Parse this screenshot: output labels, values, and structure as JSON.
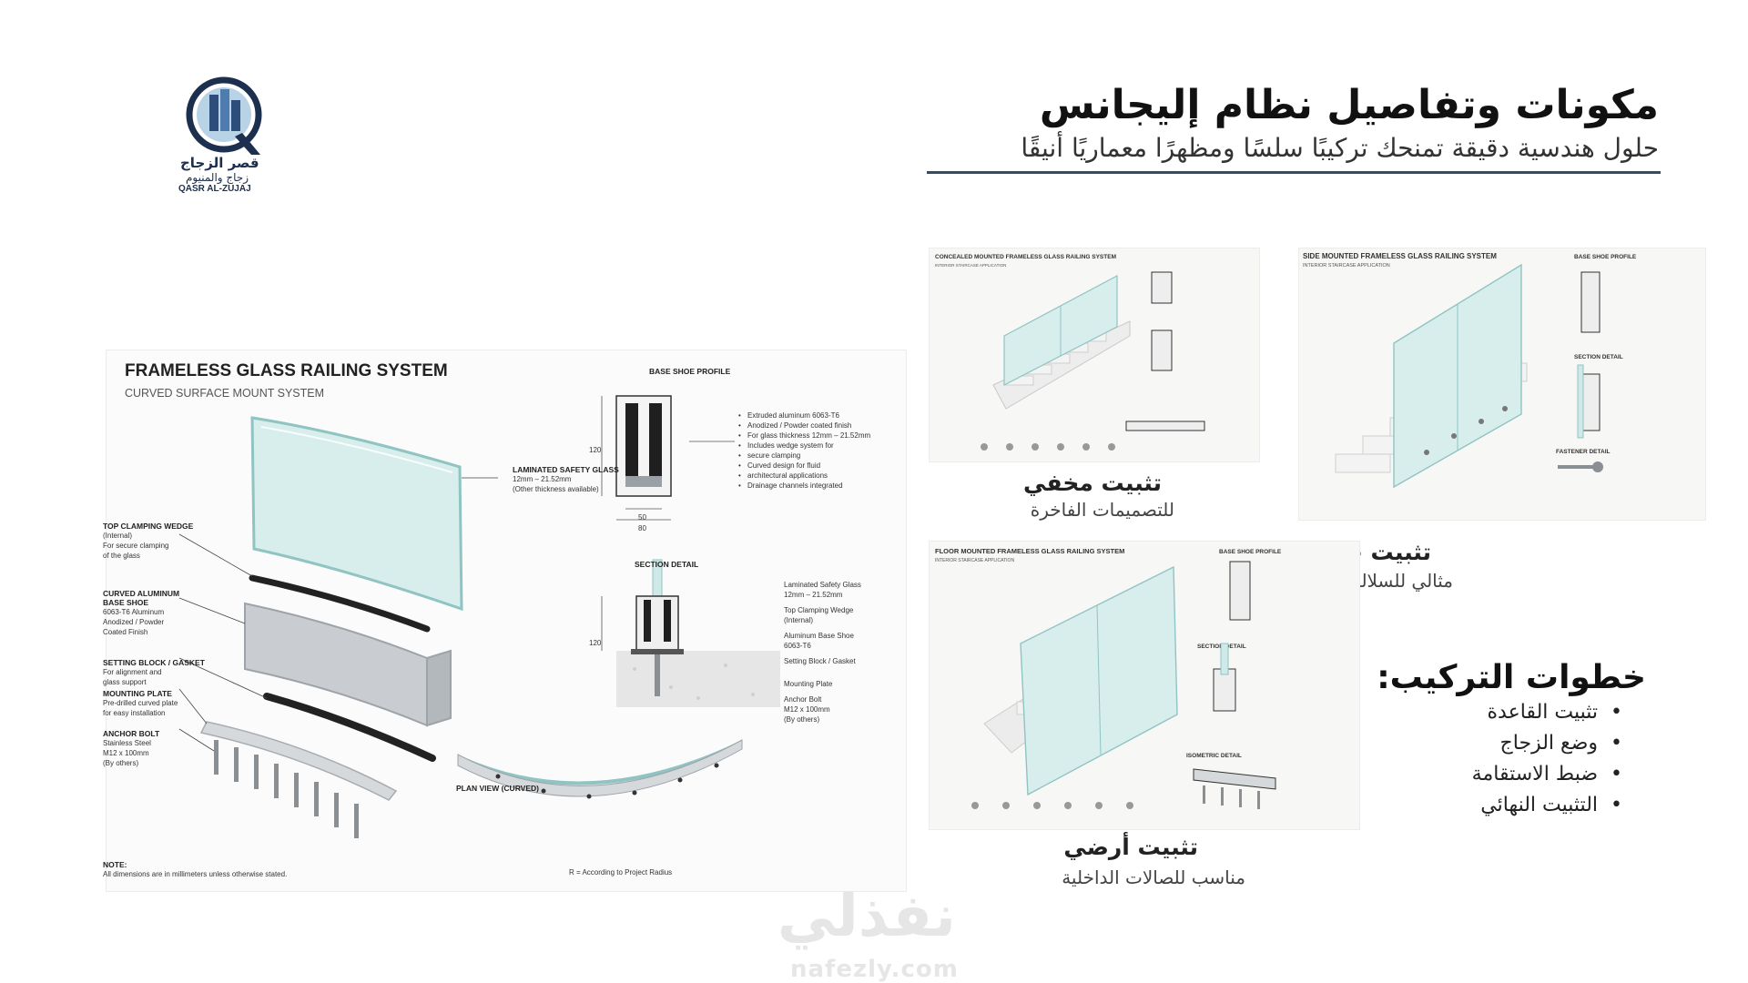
{
  "header": {
    "title": "مكونات وتفاصيل نظام إليجانس",
    "subtitle": "حلول هندسية دقيقة تمنحك تركيبًا سلسًا ومظهرًا معماريًا أنيقًا"
  },
  "logo": {
    "name_ar": "قصر الزجاج",
    "tagline_ar": "زجاج والمنيوم",
    "name_en": "QASR AL-ZUJAJ"
  },
  "main_panel": {
    "title": "FRAMELESS GLASS RAILING SYSTEM",
    "subtitle": "CURVED SURFACE MOUNT SYSTEM",
    "labels": {
      "glass": {
        "title": "LAMINATED SAFETY GLASS",
        "l1": "12mm – 21.52mm",
        "l2": "(Other thickness available)"
      },
      "wedge": {
        "title": "TOP CLAMPING WEDGE",
        "l1": "(Internal)",
        "l2": "For secure clamping",
        "l3": "of the glass"
      },
      "shoe": {
        "title": "CURVED ALUMINUM",
        "title2": "BASE SHOE",
        "l1": "6063-T6 Aluminum",
        "l2": "Anodized / Powder",
        "l3": "Coated Finish"
      },
      "gasket": {
        "title": "SETTING BLOCK / GASKET",
        "l1": "For alignment and",
        "l2": "glass support"
      },
      "plate": {
        "title": "MOUNTING PLATE",
        "l1": "Pre-drilled curved plate",
        "l2": "for easy installation"
      },
      "bolt": {
        "title": "ANCHOR BOLT",
        "l1": "Stainless Steel",
        "l2": "M12 x 100mm",
        "l3": "(By others)"
      },
      "note": {
        "title": "NOTE:",
        "l1": "All dimensions are in millimeters unless otherwise stated."
      }
    },
    "base_shoe": {
      "title": "BASE SHOE PROFILE",
      "dim_h": "120",
      "dim_w1": "50",
      "dim_w2": "80",
      "specs": [
        "Extruded aluminum 6063-T6",
        "Anodized / Powder coated finish",
        "For glass thickness 12mm – 21.52mm",
        "Includes wedge system for",
        "secure clamping",
        "Curved design for fluid",
        "architectural applications",
        "Drainage channels integrated"
      ]
    },
    "section": {
      "title": "SECTION DETAIL",
      "dim_h": "120",
      "c1a": "Laminated Safety Glass",
      "c1b": "12mm – 21.52mm",
      "c2a": "Top Clamping Wedge",
      "c2b": "(Internal)",
      "c3a": "Aluminum Base Shoe",
      "c3b": "6063-T6",
      "c4": "Setting Block / Gasket",
      "c5": "Mounting Plate",
      "c6a": "Anchor Bolt",
      "c6b": "M12 x 100mm",
      "c6c": "(By others)"
    },
    "plan": {
      "title": "PLAN VIEW (CURVED)",
      "note": "R = According to Project Radius"
    }
  },
  "concealed": {
    "title": "CONCEALED MOUNTED FRAMELESS GLASS RAILING SYSTEM",
    "subtitle": "INTERIOR STAIRCASE APPLICATION",
    "caption1": "تثبيت مخفي",
    "caption2": "للتصميمات الفاخرة"
  },
  "side": {
    "title": "SIDE MOUNTED FRAMELESS GLASS RAILING SYSTEM",
    "subtitle": "INTERIOR STAIRCASE APPLICATION",
    "profile_label": "BASE SHOE PROFILE",
    "section_label": "SECTION DETAIL",
    "fastener_label": "FASTENER DETAIL",
    "caption1": "تثبيت جانبي",
    "caption2": "مثالي للسلالم المفتوحة"
  },
  "floor": {
    "title": "FLOOR MOUNTED FRAMELESS GLASS RAILING SYSTEM",
    "subtitle": "INTERIOR STAIRCASE APPLICATION",
    "profile_label": "BASE SHOE PROFILE",
    "section_label": "SECTION DETAIL",
    "iso_label": "ISOMETRIC DETAIL",
    "caption1": "تثبيت أرضي",
    "caption2": "مناسب للصالات الداخلية"
  },
  "steps": {
    "title": "خطوات التركيب:",
    "items": [
      "تثبيت القاعدة",
      "وضع الزجاج",
      "ضبط الاستقامة",
      "التثبيت النهائي"
    ]
  },
  "watermark": {
    "ar": "نفذلي",
    "en": "nafezly.com"
  },
  "colors": {
    "glass": "#cfe9e8",
    "glass_edge": "#8fc4c2",
    "aluminum": "#c9cdd1",
    "rubber": "#222222",
    "accent": "#3b4a5a"
  }
}
